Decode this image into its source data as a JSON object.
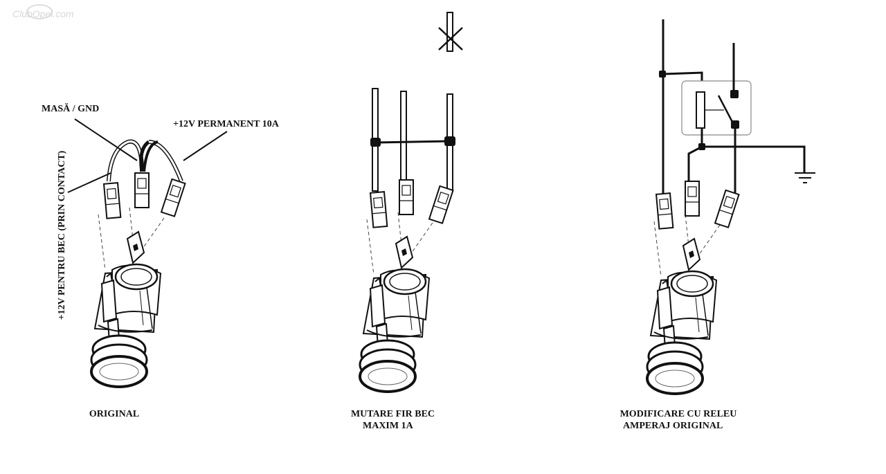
{
  "watermark": {
    "text": "ClubOpel.com"
  },
  "labels": {
    "gnd": "MASĂ / GND",
    "permanent": "+12V PERMANENT 10A",
    "bulb": "+12V PENTRU BEC (PRIN CONTACT)"
  },
  "captions": {
    "original": "ORIGINAL",
    "move_line1": "MUTARE FIR BEC",
    "move_line2": "MAXIM 1A",
    "relay_line1": "MODIFICARE CU RELEU",
    "relay_line2": "AMPERAJ ORIGINAL"
  }
}
